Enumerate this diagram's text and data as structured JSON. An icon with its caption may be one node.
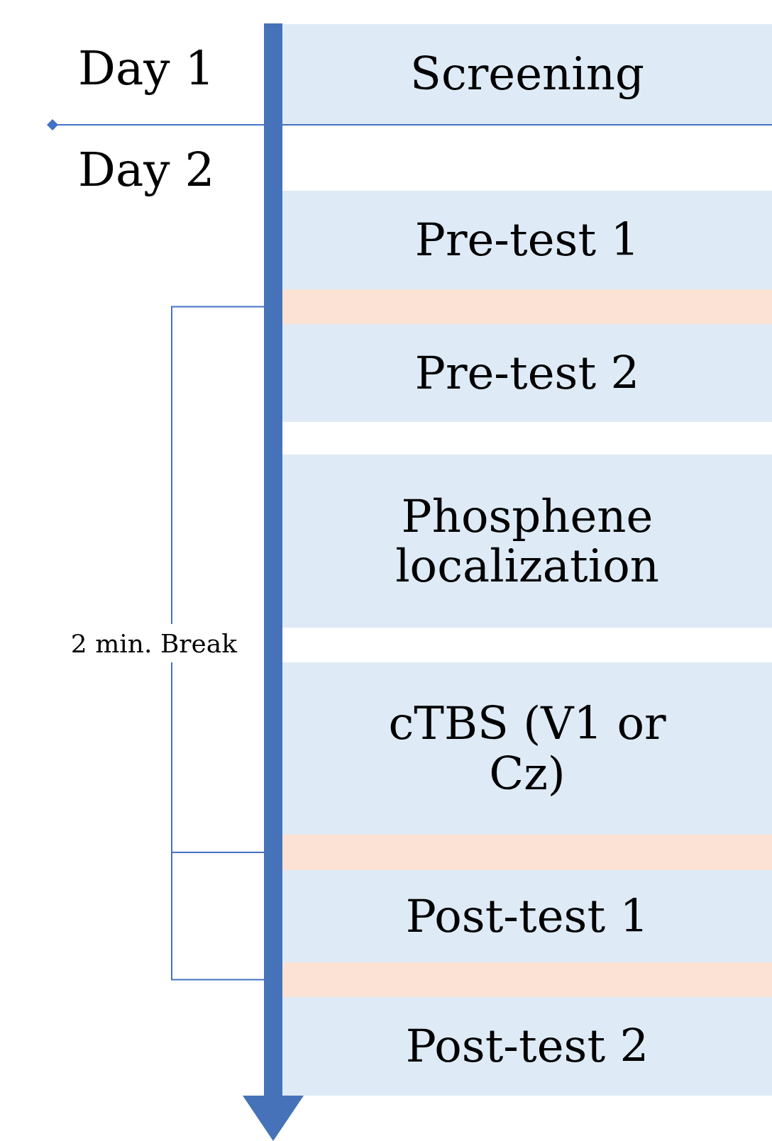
{
  "diagram": {
    "nodes": [
      {
        "text": [
          "Screening"
        ]
      },
      {
        "text": [
          "Pre-test 1"
        ]
      },
      {
        "text": [],
        "shape": "bar"
      },
      {
        "text": [
          "Pre-test 2"
        ]
      },
      {
        "text": [
          "Phosphene localization"
        ]
      },
      {
        "text": [
          "2 min. Break"
        ]
      },
      {
        "text": [
          "cTBS (V1 or Cz)"
        ]
      },
      {
        "text": [],
        "shape": "bar"
      },
      {
        "text": [
          "Post-test 1"
        ]
      },
      {
        "text": [],
        "shape": "bar"
      },
      {
        "text": [
          "Post-test 2"
        ]
      }
    ],
    "edges": [
      {
        "from": 5,
        "to": 2,
        "arrow": "none"
      },
      {
        "from": 5,
        "to": 7,
        "arrow": "none"
      },
      {
        "from": 5,
        "to": 9,
        "arrow": "none"
      }
    ],
    "labels": [
      "Day 1",
      "Day 2"
    ]
  }
}
